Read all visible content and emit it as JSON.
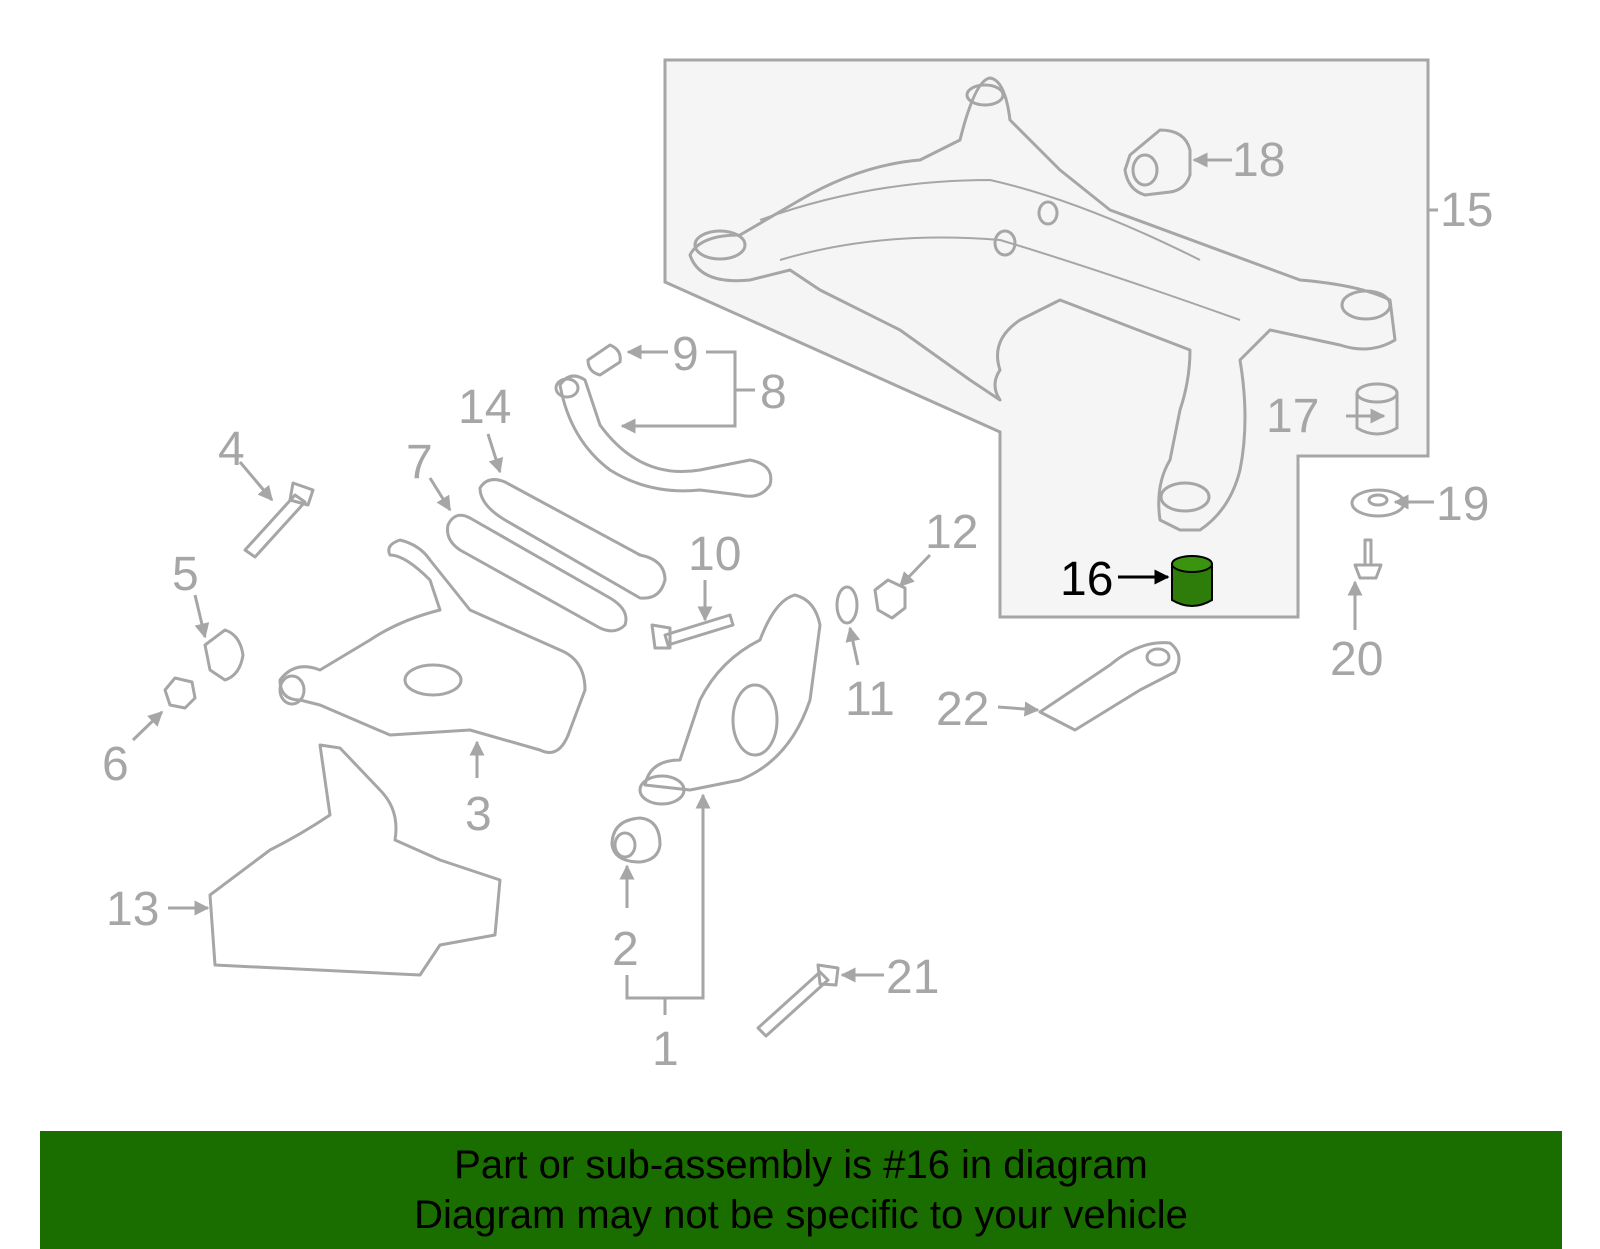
{
  "diagram": {
    "callouts": [
      "1",
      "2",
      "3",
      "4",
      "5",
      "6",
      "7",
      "8",
      "9",
      "10",
      "11",
      "12",
      "13",
      "14",
      "15",
      "16",
      "17",
      "18",
      "19",
      "20",
      "21",
      "22"
    ],
    "highlighted_part": "16",
    "colors": {
      "line": "#a6a6a6",
      "panel": "#f5f5f5",
      "highlight_fill": "#2e7d0a",
      "banner": "#1a6e00",
      "highlight_label": "#000000"
    }
  },
  "banner": {
    "line1": "Part or sub-assembly is #16 in diagram",
    "line2": "Diagram may not be specific to your vehicle"
  }
}
